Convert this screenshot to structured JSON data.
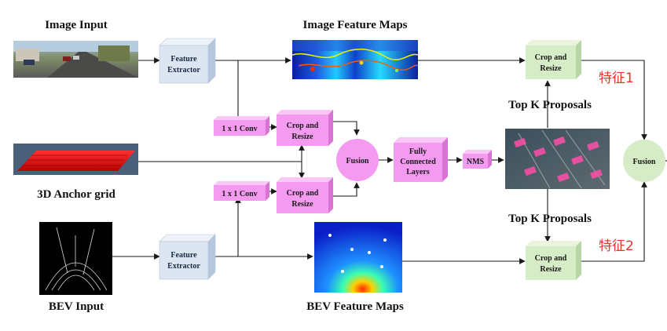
{
  "labels": {
    "image_input": "Image Input",
    "image_feature_maps": "Image Feature Maps",
    "anchor_grid": "3D Anchor grid",
    "bev_input": "BEV Input",
    "bev_feature_maps": "BEV Feature Maps",
    "top_k_upper": "Top K Proposals",
    "top_k_lower": "Top K Proposals",
    "feature1": "特征1",
    "feature2": "特征2"
  },
  "boxes": {
    "feature_extractor_top": [
      "Feature",
      "Extractor"
    ],
    "feature_extractor_bottom": [
      "Feature",
      "Extractor"
    ],
    "conv_top": "1 x 1 Conv",
    "conv_bottom": "1 x 1 Conv",
    "crop_mid_top": [
      "Crop and",
      "Resize"
    ],
    "crop_mid_bottom": [
      "Crop and",
      "Resize"
    ],
    "fusion_mid": "Fusion",
    "fc_layers": [
      "Fully",
      "Connected",
      "Layers"
    ],
    "nms": "NMS",
    "crop_right_top": [
      "Crop and",
      "Resize"
    ],
    "crop_right_bottom": [
      "Crop and",
      "Resize"
    ],
    "fusion_right": "Fusion"
  },
  "colors": {
    "extractor_fill": "#dce6f2",
    "pink_fill": "#f49af0",
    "green_fill": "#d6ecc6",
    "red_text": "#e8352a",
    "arrow": "#1a1a1a"
  }
}
